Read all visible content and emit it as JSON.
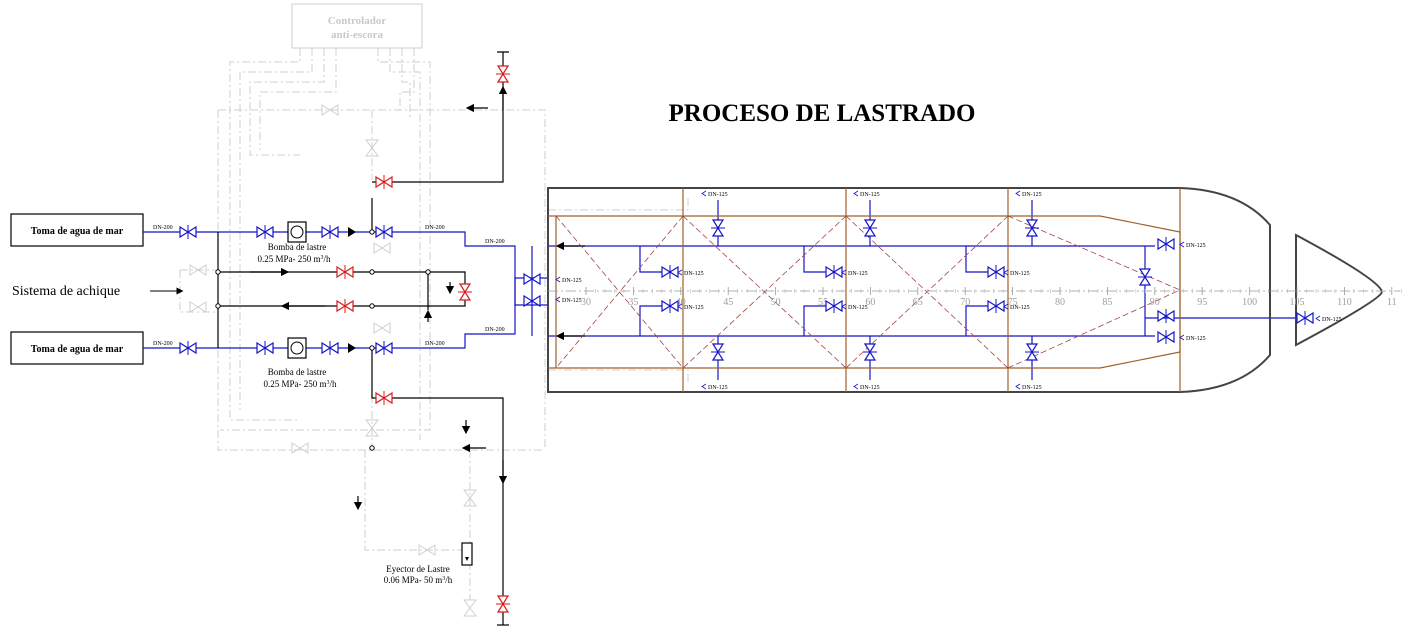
{
  "title": "PROCESO DE LASTRADO",
  "controller": {
    "line1": "Controlador",
    "line2": "anti-escora"
  },
  "intakes": [
    {
      "label": "Toma de agua de mar"
    },
    {
      "label": "Toma de agua de mar"
    }
  ],
  "achique_label": "Sistema de achique",
  "pumps": [
    {
      "name": "Bomba de lastre",
      "spec_prefix": "0.25 MPa- 250 m",
      "sup": "3",
      "spec_suffix": "/h"
    },
    {
      "name": "Bomba de lastre",
      "spec_prefix": "0.25 MPa- 250 m",
      "sup": "3",
      "spec_suffix": "/h"
    }
  ],
  "ejector": {
    "name": "Eyector de Lastre",
    "spec_prefix": "0.06 MPa- 50 m",
    "sup": "3",
    "spec_suffix": "/h"
  },
  "dn200": "DN-200",
  "dn125": "DN-125",
  "frame_numbers": [
    "30",
    "35",
    "40",
    "45",
    "50",
    "55",
    "60",
    "65",
    "70",
    "75",
    "80",
    "85",
    "90",
    "95",
    "100",
    "105",
    "110",
    "11"
  ],
  "colors": {
    "pipe": "#1515c8",
    "valve_active": "#d81b1b",
    "hull": "#444444",
    "tank": "#a0612a",
    "ghost": "#cfcfcf"
  }
}
